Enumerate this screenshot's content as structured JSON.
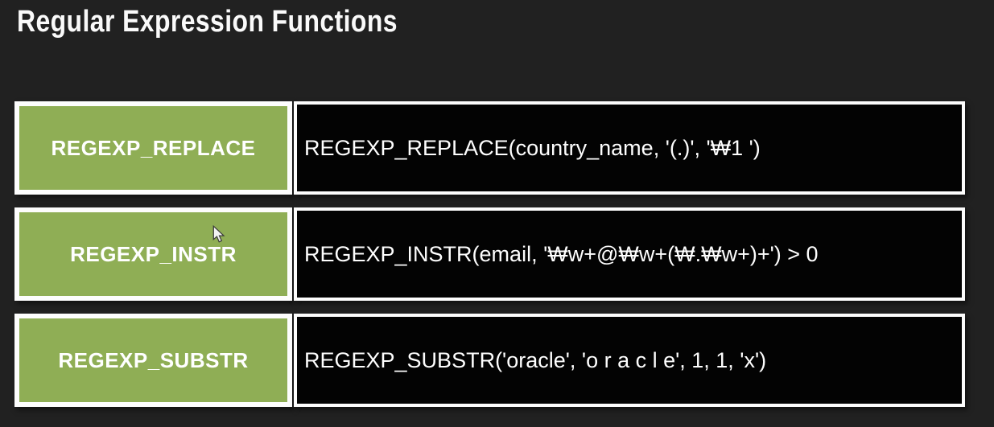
{
  "slide": {
    "title": "Regular Expression Functions"
  },
  "rows": [
    {
      "function": "REGEXP_REPLACE",
      "example": "REGEXP_REPLACE(country_name, '(.)', '₩1 ')"
    },
    {
      "function": "REGEXP_INSTR",
      "example": "REGEXP_INSTR(email, '₩w+@₩w+(₩.₩w+)+') > 0"
    },
    {
      "function": "REGEXP_SUBSTR",
      "example": "REGEXP_SUBSTR('oracle', 'o r a c l e', 1, 1, 'x')"
    }
  ],
  "colors": {
    "background": "#212121",
    "accent_green": "#8fae55",
    "box_black": "#030303",
    "border_white": "#fdfdfd",
    "text_white": "#ffffff"
  },
  "icons": {
    "cursor": "mouse-pointer-icon"
  }
}
